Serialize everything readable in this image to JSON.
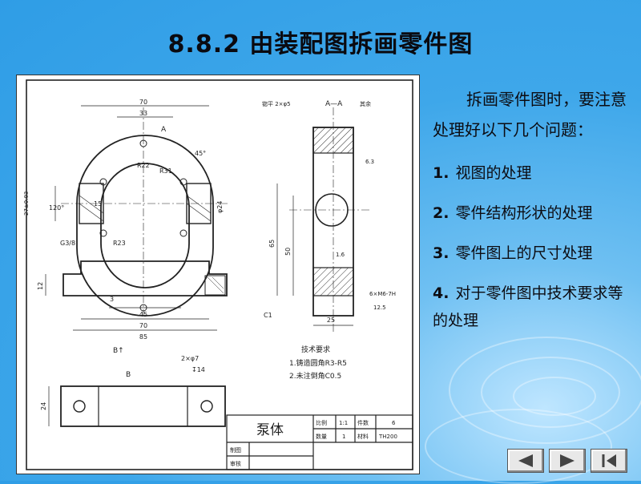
{
  "slide": {
    "title": "8.8.2 由装配图拆画零件图",
    "intro": "拆画零件图时，要注意处理好以下几个问题：",
    "points": [
      {
        "num": "1.",
        "text": "视图的处理"
      },
      {
        "num": "2.",
        "text": "零件结构形状的处理"
      },
      {
        "num": "3.",
        "text": "零件图上的尺寸处理"
      },
      {
        "num": "4.",
        "text": "对于零件图中技术要求等的处理"
      }
    ]
  },
  "drawing": {
    "dims": {
      "d70top": "70",
      "d33": "33",
      "r22": "R22",
      "r31": "R31",
      "r23": "R23",
      "d45deg": "45°",
      "d120deg": "120°",
      "d27": "27±0.03",
      "d15": "15",
      "phi24": "φ24",
      "d12": "12",
      "d3": "3",
      "d45": "45",
      "d70": "70",
      "d85": "85",
      "g38": "G3/8",
      "d65": "65",
      "d50": "50",
      "d25": "25",
      "c1": "C1",
      "m6": "6×M6-7H",
      "d24": "24",
      "holes": "2×φ7",
      "deep": "↧14",
      "top_holes": "锪平 2×φ5",
      "roughness": "12.5",
      "roughness2": "1.6",
      "roughness3": "6.3",
      "sec": "A—A",
      "sec_a": "A",
      "view_b": "B",
      "bview": "B↑",
      "other": "其余"
    },
    "tech_req": {
      "heading": "技术要求",
      "line1": "1.铸造圆角R3-R5",
      "line2": "2.未注倒角C0.5"
    },
    "title_block": {
      "name": "泵体",
      "scale_label": "比例",
      "scale": "1:1",
      "no_label": "件数",
      "no": "6",
      "qty_label": "数量",
      "qty": "1",
      "mat_label": "材料",
      "mat": "TH200",
      "drawn": "制图",
      "checked": "审核"
    }
  },
  "nav": {
    "prev_icon": "prev-triangle-icon",
    "next_icon": "next-triangle-icon",
    "end_icon": "last-page-icon"
  }
}
